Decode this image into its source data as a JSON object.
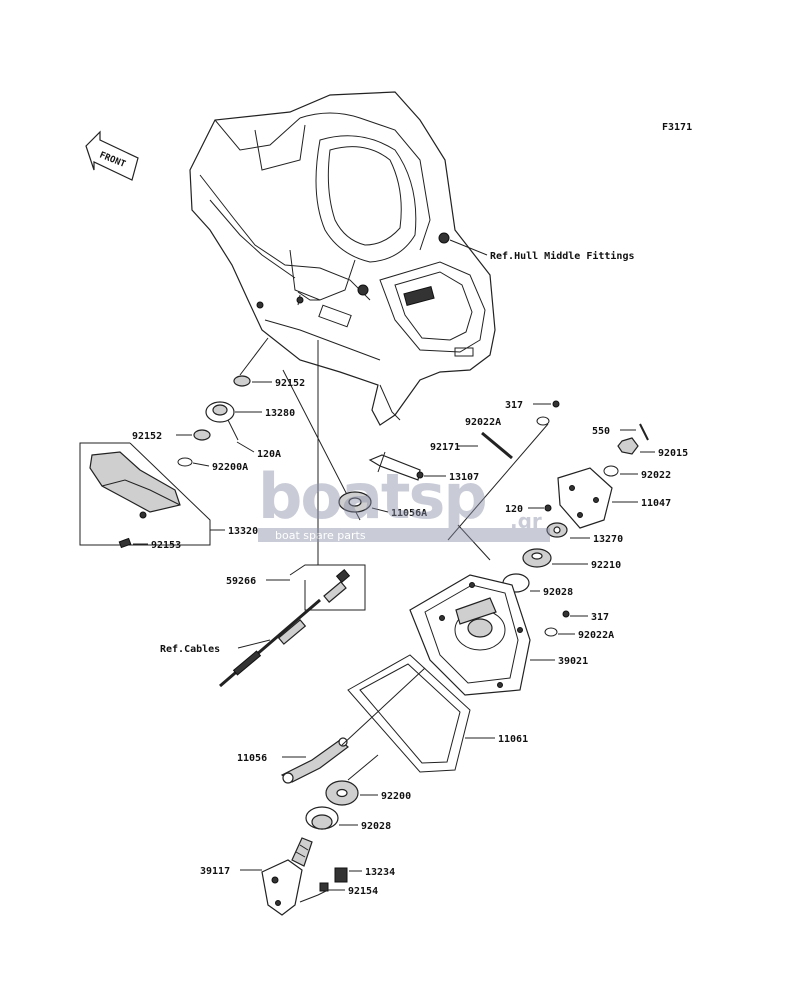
{
  "figure_code": "F3171",
  "front_label": "FRONT",
  "watermark": {
    "brand": "boatsp",
    "tld": ".gr",
    "tagline": "boat spare parts"
  },
  "callouts": {
    "ref_hull": "Ref.Hull Middle Fittings",
    "p92152_a": "92152",
    "p13280": "13280",
    "p92152_b": "92152",
    "p120a": "120A",
    "p92200a": "92200A",
    "p13107": "13107",
    "p11056a": "11056A",
    "p13320": "13320",
    "p92153": "92153",
    "p317_a": "317",
    "p92022a_a": "92022A",
    "p92171": "92171",
    "p550": "550",
    "p92015": "92015",
    "p92022": "92022",
    "p11047": "11047",
    "p120": "120",
    "p13270": "13270",
    "p92210": "92210",
    "p92028_a": "92028",
    "p317_b": "317",
    "p92022a_b": "92022A",
    "p39021": "39021",
    "p59266": "59266",
    "ref_cables": "Ref.Cables",
    "p11061": "11061",
    "p11056": "11056",
    "p92200": "92200",
    "p92028_b": "92028",
    "p39117": "39117",
    "p13234": "13234",
    "p92154": "92154"
  }
}
